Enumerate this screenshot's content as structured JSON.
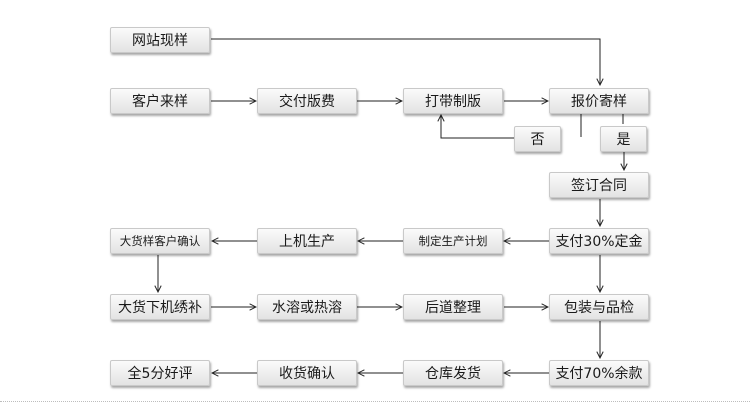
{
  "nodes": {
    "website_sample": "网站现样",
    "customer_sample": "客户来样",
    "pay_plate_fee": "交付版费",
    "tape_plate": "打带制版",
    "quote_send_sample": "报价寄样",
    "no": "否",
    "yes": "是",
    "sign_contract": "签订合同",
    "pay_deposit": "支付30%定金",
    "make_plan": "制定生产计划",
    "production": "上机生产",
    "bulk_confirm": "大货样客户确认",
    "bulk_embroidery": "大货下机绣补",
    "dissolve_press": "水溶或热溶",
    "finishing": "后道整理",
    "packing_qc": "包装与品检",
    "pay_balance": "支付70%余款",
    "warehouse_ship": "仓库发货",
    "receive_confirm": "收货确认",
    "rating": "全5分好评"
  },
  "colors": {
    "node_fill_top": "#fbfbfb",
    "node_fill_bottom": "#e3e3e3",
    "node_border": "#c9c9c9",
    "line": "#222222"
  }
}
